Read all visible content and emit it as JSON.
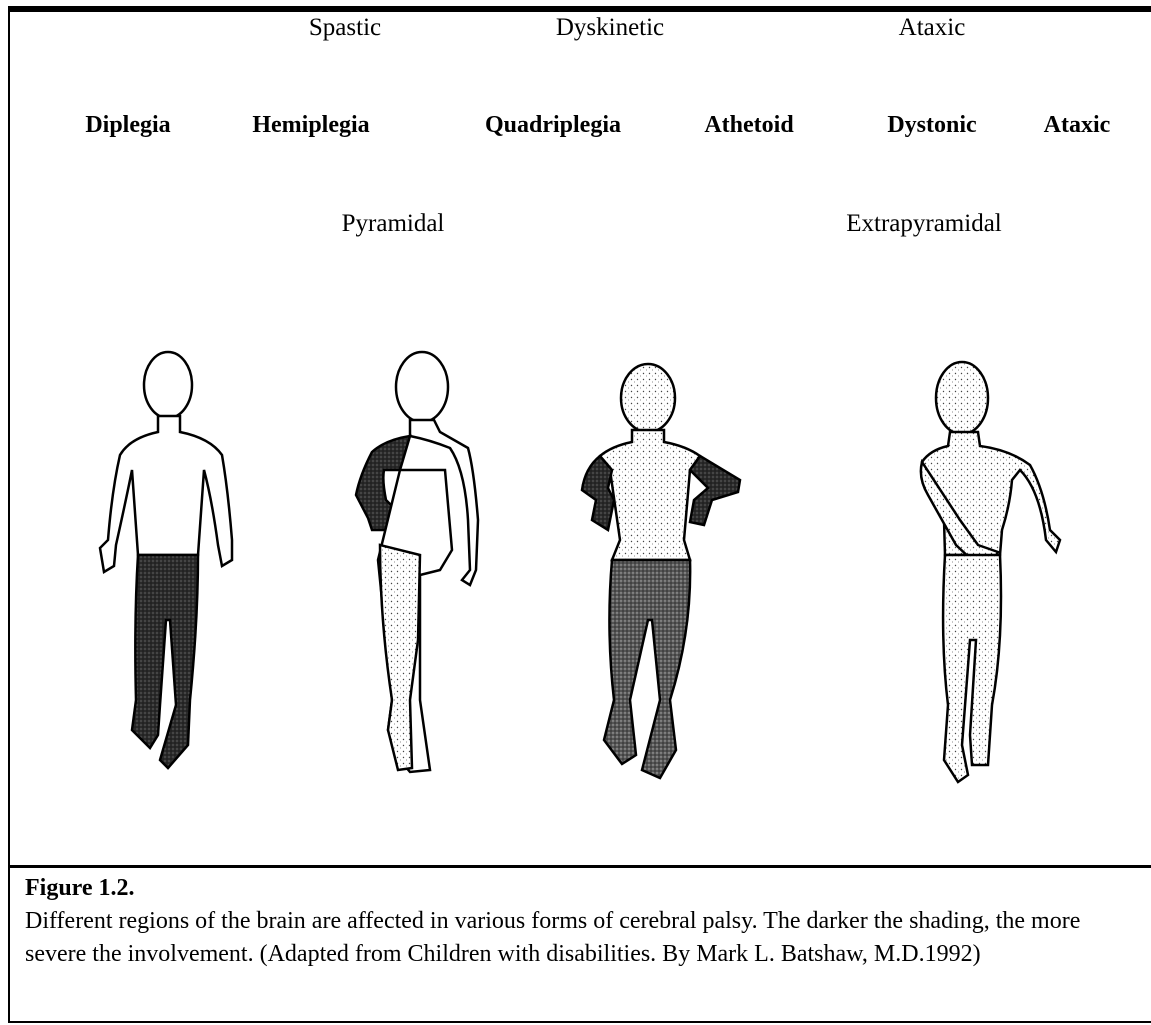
{
  "groups": [
    "Spastic",
    "Dyskinetic",
    "Ataxic"
  ],
  "subtypes": [
    "Diplegia",
    "Hemiplegia",
    "Quadriplegia",
    "Athetoid",
    "Dystonic",
    "Ataxic"
  ],
  "tracts": [
    "Pyramidal",
    "Extrapyramidal"
  ],
  "caption": {
    "title": "Figure 1.2.",
    "text": "Different regions of the brain are affected in various forms of cerebral palsy.  The darker the shading, the more severe the involvement. (Adapted from Children with disabilities.  By Mark L.  Batshaw, M.D.1992)"
  },
  "shading": [
    {
      "figure": "diplegia",
      "legs": "dark",
      "arms": "none",
      "torso": "none"
    },
    {
      "figure": "hemiplegia",
      "one-side-arm": "dark",
      "one-side-leg": "light"
    },
    {
      "figure": "quadriplegia",
      "arms": "dark",
      "legs": "dark",
      "torso": "light"
    },
    {
      "figure": "ataxic-dyskinetic",
      "whole-body": "light"
    }
  ]
}
